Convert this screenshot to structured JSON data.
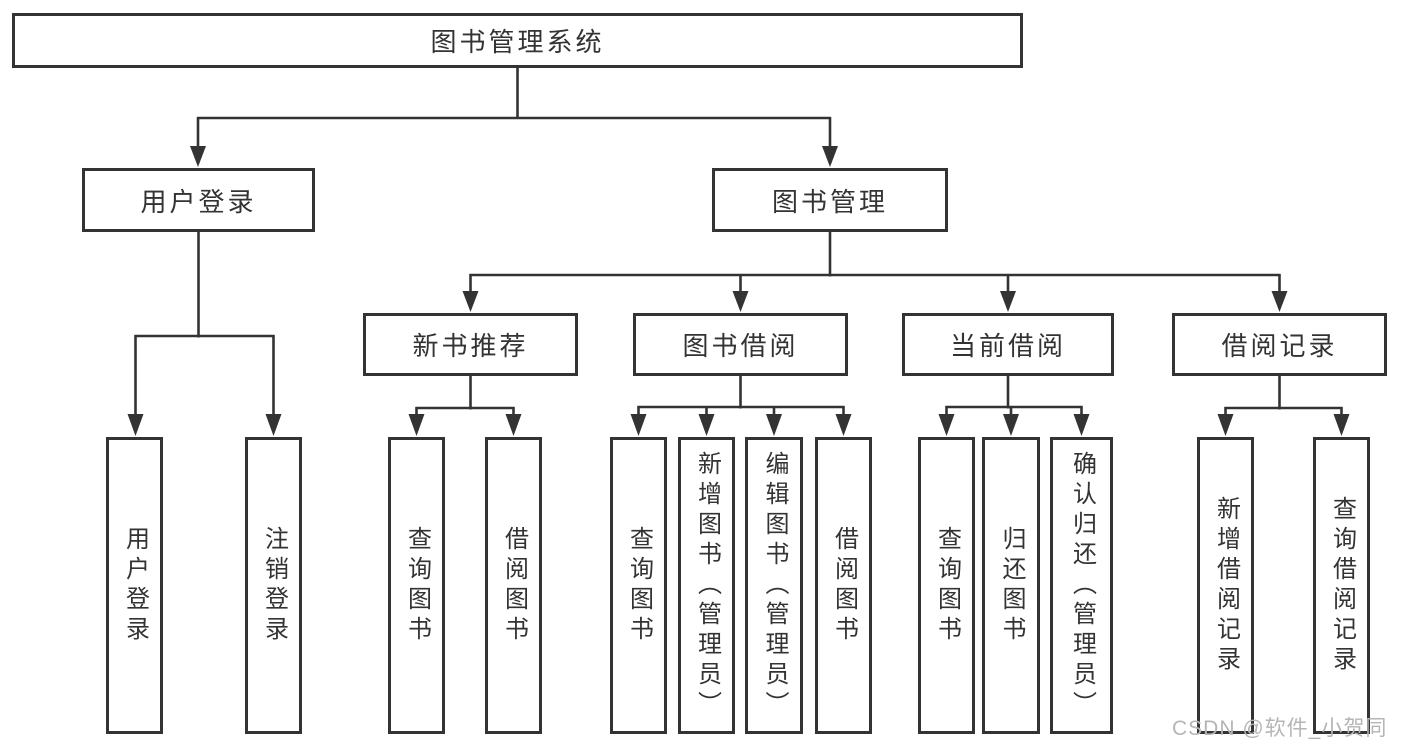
{
  "tree": {
    "label": "图书管理系统",
    "children": [
      {
        "label": "用户登录",
        "children": [
          {
            "label": "用户登录"
          },
          {
            "label": "注销登录"
          }
        ]
      },
      {
        "label": "图书管理",
        "children": [
          {
            "label": "新书推荐",
            "children": [
              {
                "label": "查询图书"
              },
              {
                "label": "借阅图书"
              }
            ]
          },
          {
            "label": "图书借阅",
            "children": [
              {
                "label": "查询图书"
              },
              {
                "label": "新增图书（管理员）"
              },
              {
                "label": "编辑图书（管理员）"
              },
              {
                "label": "借阅图书"
              }
            ]
          },
          {
            "label": "当前借阅",
            "children": [
              {
                "label": "查询图书"
              },
              {
                "label": "归还图书"
              },
              {
                "label": "确认归还（管理员）"
              }
            ]
          },
          {
            "label": "借阅记录",
            "children": [
              {
                "label": "新增借阅记录"
              },
              {
                "label": "查询借阅记录"
              }
            ]
          }
        ]
      }
    ]
  },
  "watermark": "CSDN @软件_小贺同学",
  "colors": {
    "line": "#333333",
    "box_fill": "#ffffff",
    "watermark": "#b5b5b5"
  }
}
